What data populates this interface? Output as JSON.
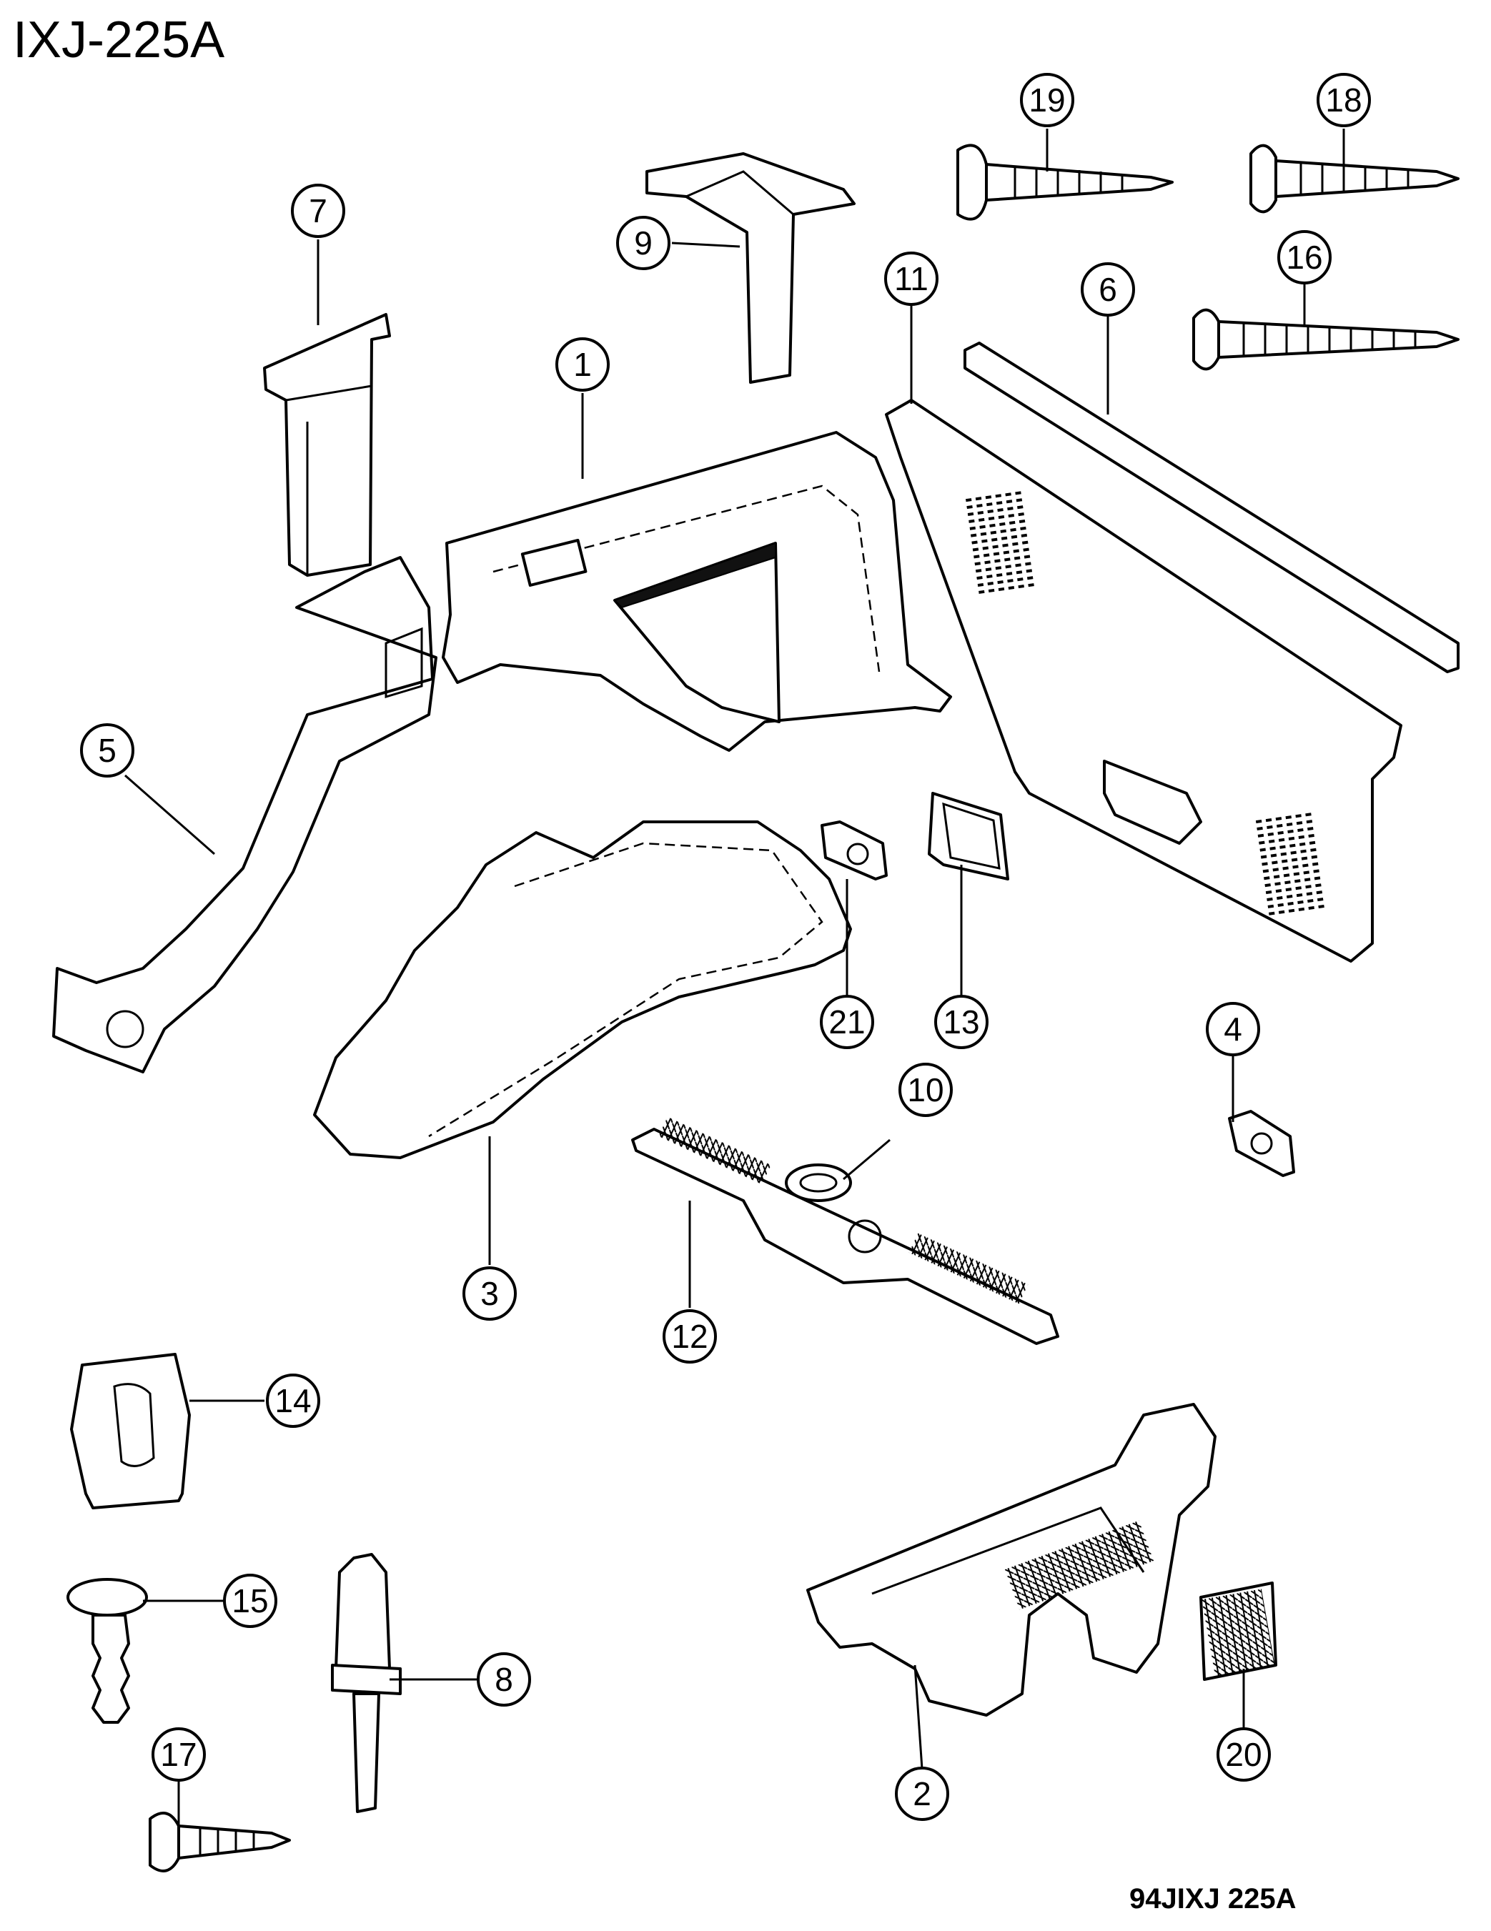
{
  "title": "IXJ-225A",
  "code": "94JIXJ 225A",
  "callouts": [
    "1",
    "2",
    "3",
    "4",
    "5",
    "6",
    "7",
    "8",
    "9",
    "10",
    "11",
    "12",
    "13",
    "14",
    "15",
    "16",
    "17",
    "18",
    "19",
    "20",
    "21"
  ]
}
